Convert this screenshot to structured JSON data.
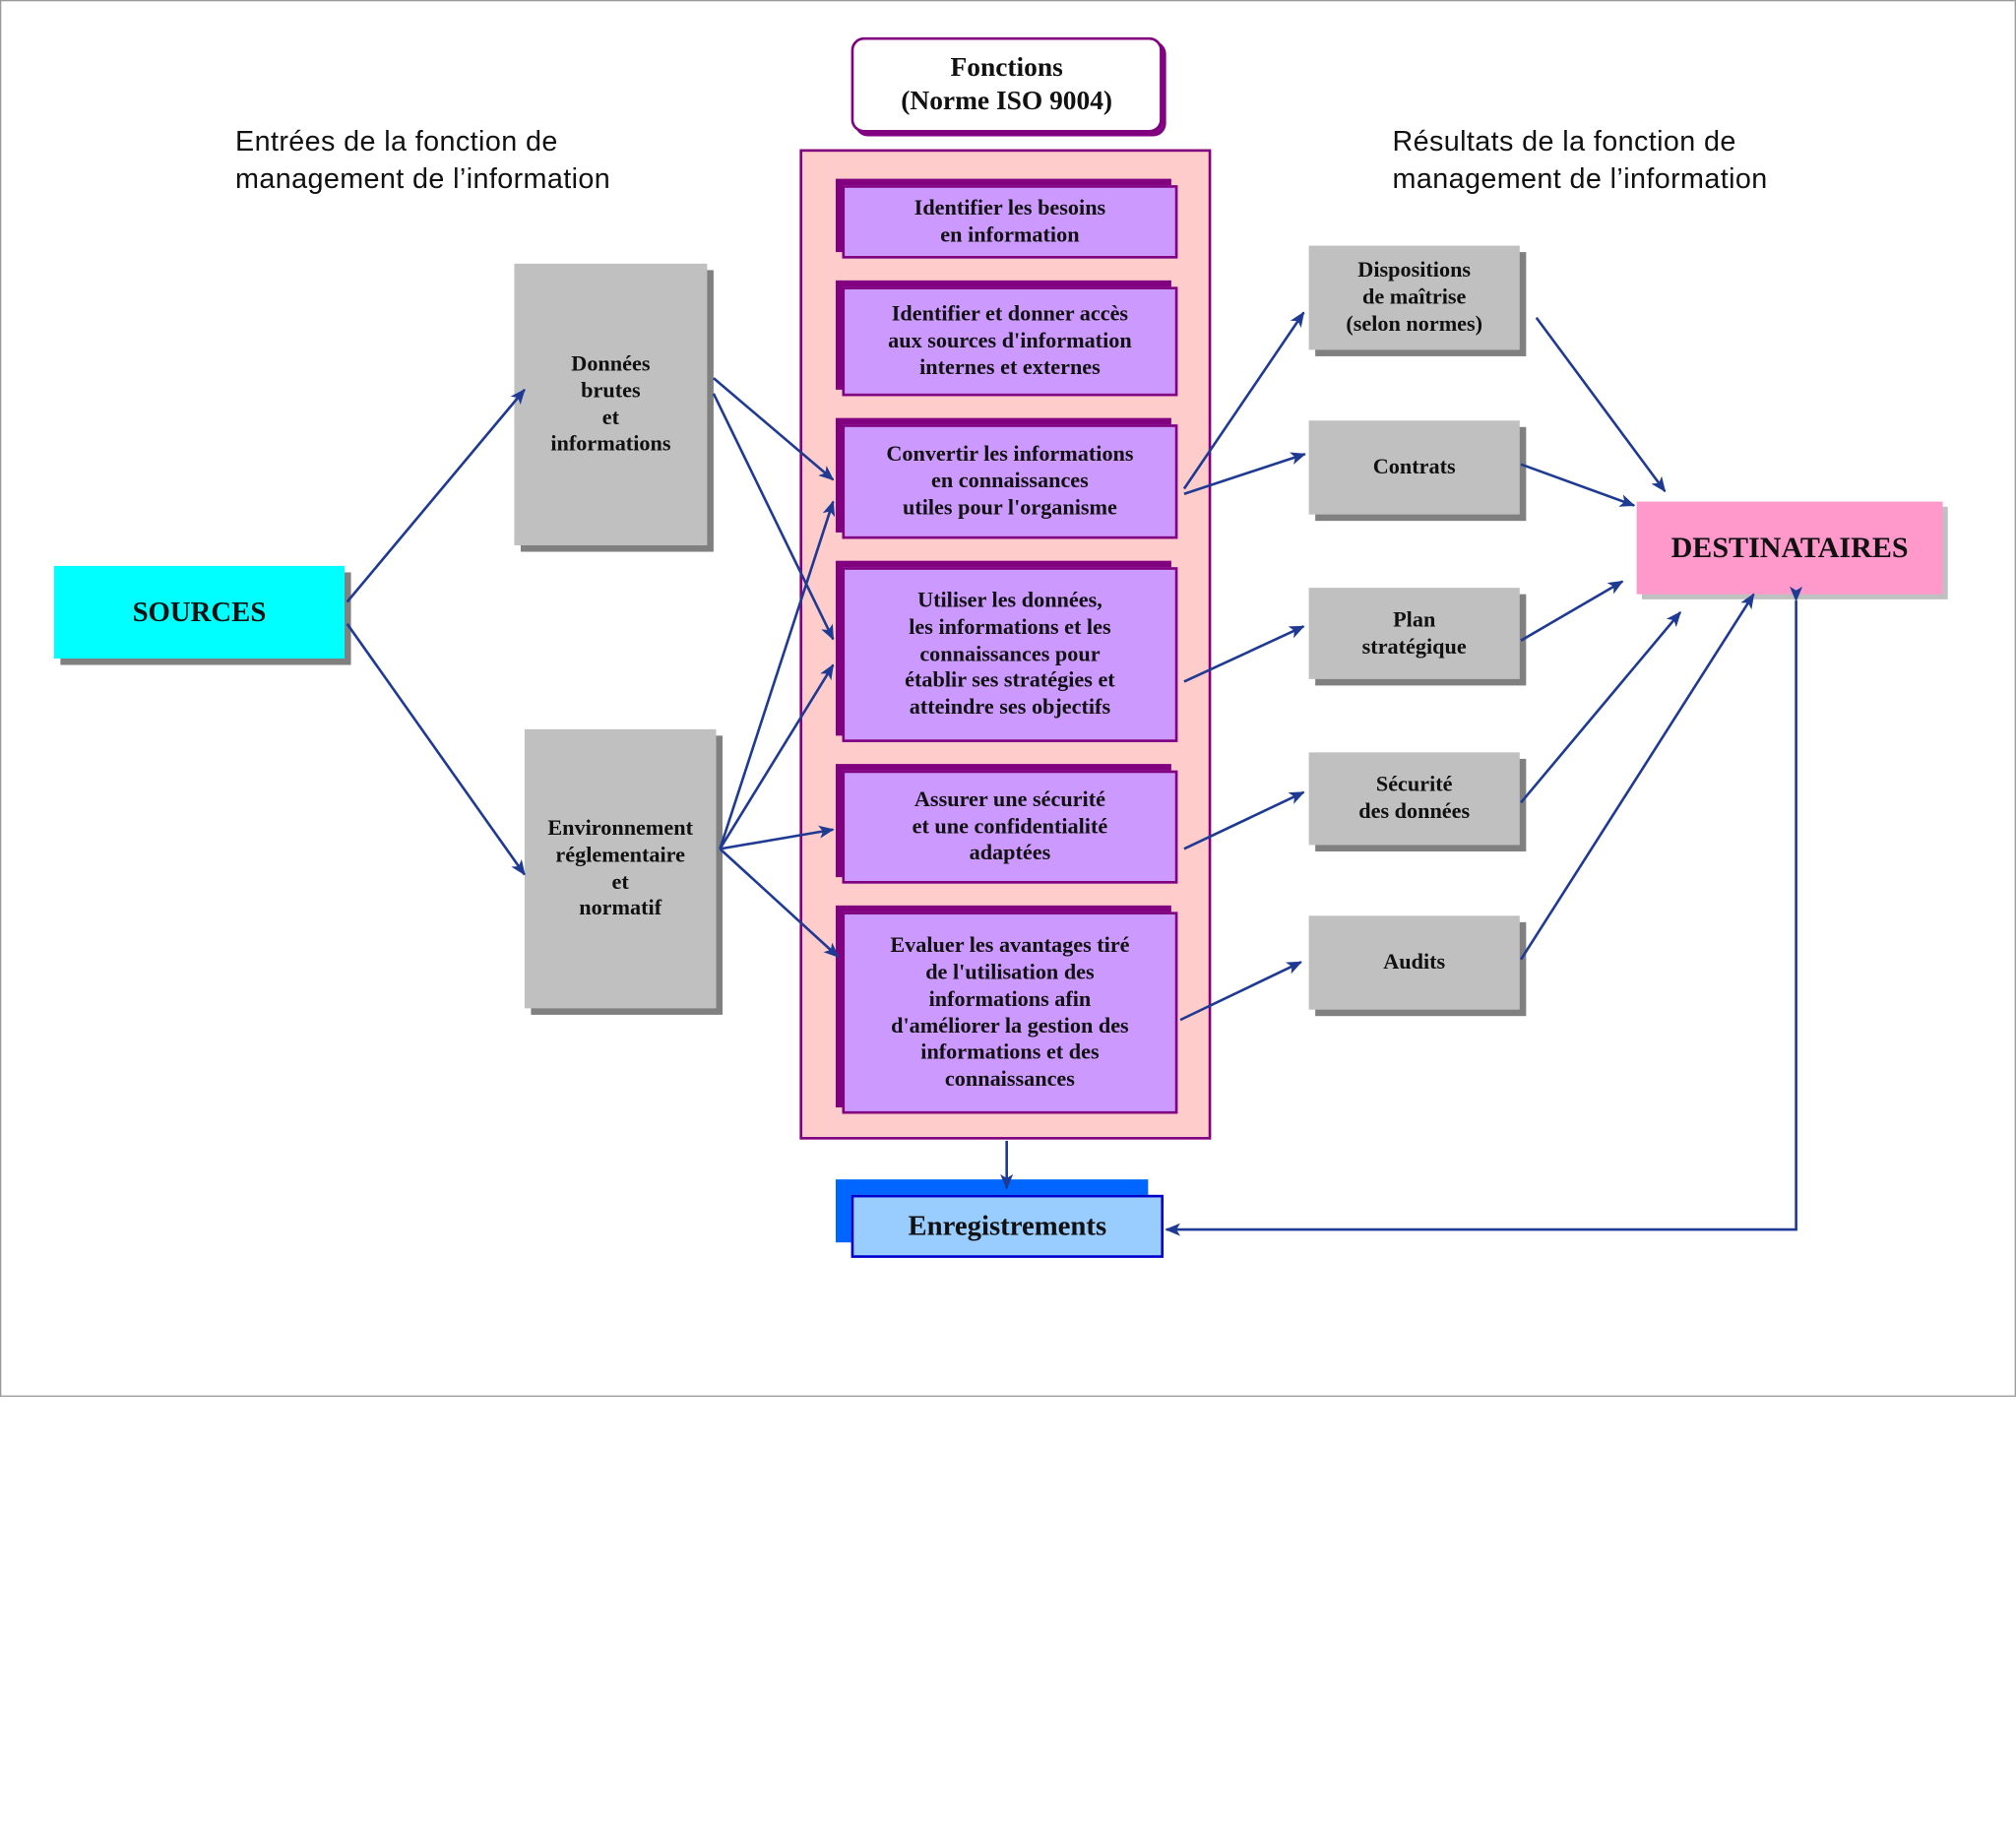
{
  "diagram": {
    "left_heading": "Entrées de la fonction de\nmanagement de l’information",
    "right_heading": "Résultats de la fonction de\nmanagement de l’information",
    "functions_title": "Fonctions\n(Norme ISO 9004)",
    "sources": "SOURCES",
    "inputs": {
      "donnees": "Données\nbrutes\net\ninformations",
      "environnement": "Environnement\nréglementaire\net\nnormatif"
    },
    "functions": [
      "Identifier les besoins\nen information",
      "Identifier et donner accès\naux sources d'information\ninternes et externes",
      "Convertir les informations\nen connaissances\nutiles pour l'organisme",
      "Utiliser les données,\nles informations et les\nconnaissances pour\nétablir ses stratégies et\natteindre ses objectifs",
      "Assurer une sécurité\net une confidentialité\nadaptées",
      "Evaluer les avantages tiré\nde l'utilisation des\ninformations afin\nd'améliorer la gestion des\ninformations et des\nconnaissances"
    ],
    "outputs": [
      "Dispositions\nde maîtrise\n(selon normes)",
      "Contrats",
      "Plan\nstratégique",
      "Sécurité\ndes données",
      "Audits"
    ],
    "destinataires": "DESTINATAIRES",
    "enregistrements": "Enregistrements"
  },
  "colors": {
    "sources": "#00ffff",
    "input_box": "#c0c0c0",
    "functions_panel": "#ffcccc",
    "function_box": "#cc99ff",
    "function_border": "#800080",
    "destinataires": "#ff99cc",
    "enregistrements": "#99ccff",
    "enregistrements_shadow": "#0066ff",
    "arrow": "#1f3a93"
  }
}
